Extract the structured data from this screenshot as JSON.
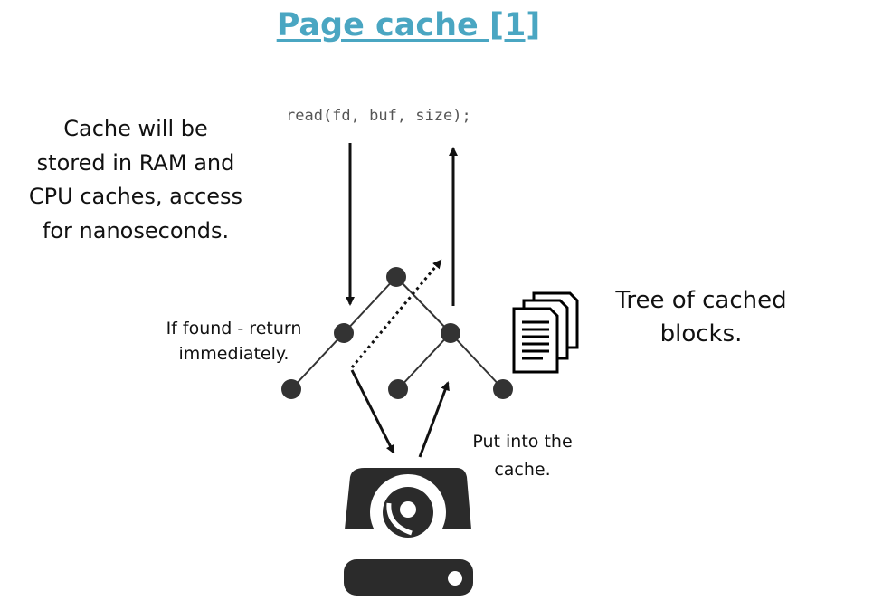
{
  "title": "Page cache [1]",
  "colors": {
    "title": "#4aa6c2",
    "ink": "#111111",
    "drive": "#2b2b2b",
    "code": "#555555"
  },
  "code_call": "read(fd, buf, size);",
  "labels": {
    "left_note": "Cache will be stored in RAM and CPU caches, access for nanoseconds.",
    "found_note": "If found - return immediately.",
    "tree_note": "Tree of cached blocks.",
    "put_note": "Put into the cache."
  },
  "icons": [
    "documents-icon",
    "hard-drive-icon"
  ]
}
